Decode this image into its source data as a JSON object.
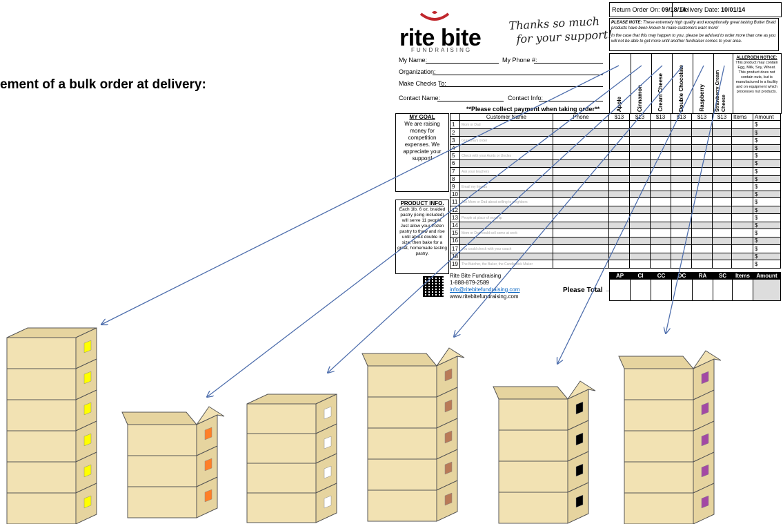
{
  "heading": "ement of a bulk order at delivery:",
  "form": {
    "logo": "rite bite",
    "logo_sub": "FUNDRAISING",
    "thanks_1": "Thanks so much",
    "thanks_2": "for your support!",
    "return_label": "Return Order On:",
    "return_date": "09/18/14",
    "delivery_label": "Delivery Date:",
    "delivery_date": "10/01/14",
    "note_title": "PLEASE NOTE:",
    "note_1": "These extremely high quality and exceptionally great tasting Butter Braid products have been known to make customers want more!",
    "note_2": "In the case that this may happen to you, please be advised to order more than one as you will not be able to get more until another fundraiser comes to your area.",
    "my_name": "My Name:",
    "my_phone": "My Phone #:",
    "organization": "Organization:",
    "make_checks": "Make Checks To:",
    "contact_name": "Contact Name:",
    "contact_info": "Contact Info:",
    "collect": "**Please collect payment when taking order**",
    "products": [
      "Apple",
      "Cinnamon",
      "Cream Cheese",
      "Double Chocolate",
      "Raspberry",
      "Strawberry Cream Cheese"
    ],
    "allergen_title": "ALLERGEN NOTICE:",
    "allergen_text": "This product may contain Egg, Milk, Soy, Wheat. This product does not contain nuts, but is manufactured in a facility and on equipment which processes nut products.",
    "col_customer": "Customer Name",
    "col_phone": "Phone",
    "price": "$13",
    "col_items": "Items",
    "col_amount": "Amount",
    "dollar": "$",
    "row_numbers": [
      "1",
      "2",
      "3",
      "4",
      "5",
      "6",
      "7",
      "8",
      "9",
      "10",
      "11",
      "12",
      "13",
      "14",
      "15",
      "16",
      "17",
      "18",
      "19"
    ],
    "row_hints": [
      "Mom or Dad",
      "",
      "Grandma's order",
      "",
      "Check with your Aunts or Uncles",
      "",
      "Ask your teachers",
      "",
      "Email my friends",
      "",
      "Ask Mom or Dad about selling to neighbors",
      "",
      "People at place of worship",
      "",
      "Mom or Dad could sell some at work",
      "",
      "You could check with your coach",
      "",
      "The Butcher, the Baker, the Candlestick Maker"
    ],
    "goal_title": "MY GOAL",
    "goal_text": "We are raising money for competition expenses. We appreciate your support!",
    "product_title": "PRODUCT INFO.",
    "product_text": "Each 1lb. 6 oz. braided pastry (icing included) will serve 11 people. Just allow your frozen pastry to thaw and rise until about double in size, then bake for a great, homemade tasting pastry.",
    "footer_name": "Rite Bite Fundraising",
    "footer_phone": "1-888-879-2589",
    "footer_email": "info@ritebitefundraising.com",
    "footer_web": "www.ritebitefundraising.com",
    "please_total": "Please Total →",
    "abbrevs": [
      "AP",
      "CI",
      "CC",
      "DC",
      "RA",
      "SC"
    ],
    "total_items": "Items",
    "total_amount": "Amount"
  },
  "colors": {
    "arrow": "#4f6fad",
    "box_face": "#f2e2b3",
    "box_side": "#e6d49f",
    "box_edge": "#555555",
    "apple": "#ffff00",
    "cinnamon": "#ff7f27",
    "cream_cheese": "#ffffff",
    "double_chocolate": "#b97a57",
    "raspberry": "#000000",
    "strawberry": "#a349a4"
  }
}
